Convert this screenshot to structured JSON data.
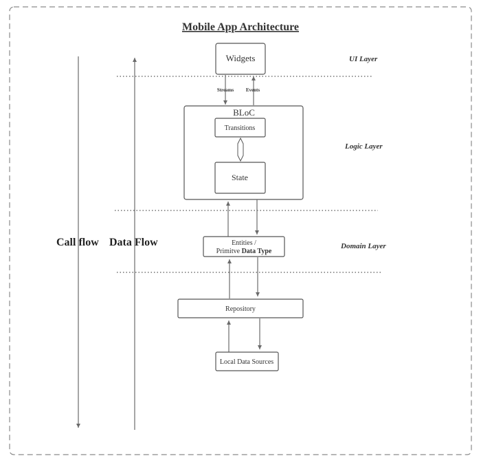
{
  "title": "Mobile App Architecture",
  "layers": {
    "ui": "UI Layer",
    "logic": "Logic Layer",
    "domain": "Domain Layer"
  },
  "flows": {
    "call": "Call flow",
    "data": "Data Flow"
  },
  "nodes": {
    "widgets": "Widgets",
    "bloc": "BLoC",
    "transitions": "Transitions",
    "state": "State",
    "entities_line1": "Entities /",
    "entities_line2a": "Primitve ",
    "entities_line2b": "Data Type",
    "repository": "Repository",
    "local_sources": "Local Data Sources"
  },
  "edges": {
    "streams": "Streams",
    "events": "Events"
  },
  "colors": {
    "stroke": "#555555",
    "text": "#333333",
    "frame": "#8a8a8a"
  }
}
